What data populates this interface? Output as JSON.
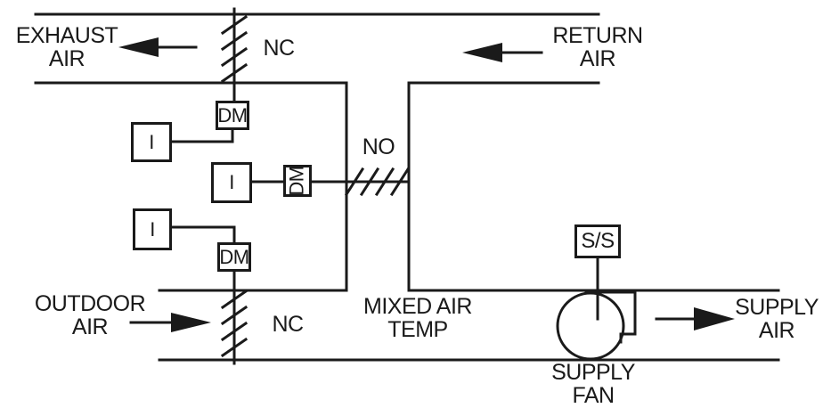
{
  "colors": {
    "ink": "#1a1a1a",
    "paper": "#ffffff"
  },
  "flows": {
    "exhaust_air": "EXHAUST AIR",
    "return_air": "RETURN AIR",
    "outdoor_air": "OUTDOOR AIR",
    "supply_air": "SUPPLY AIR"
  },
  "dampers": {
    "exhaust": {
      "state": "NC",
      "motor": "DM"
    },
    "recirculation": {
      "state": "NO",
      "motor": "DM"
    },
    "outdoor": {
      "state": "NC",
      "motor": "DM"
    }
  },
  "devices": {
    "interlock_exhaust": "I",
    "interlock_recirculation": "I",
    "interlock_outdoor": "I",
    "start_stop": "S/S"
  },
  "annotations": {
    "mixed_air_temp": "MIXED AIR TEMP",
    "supply_fan": "SUPPLY FAN"
  }
}
